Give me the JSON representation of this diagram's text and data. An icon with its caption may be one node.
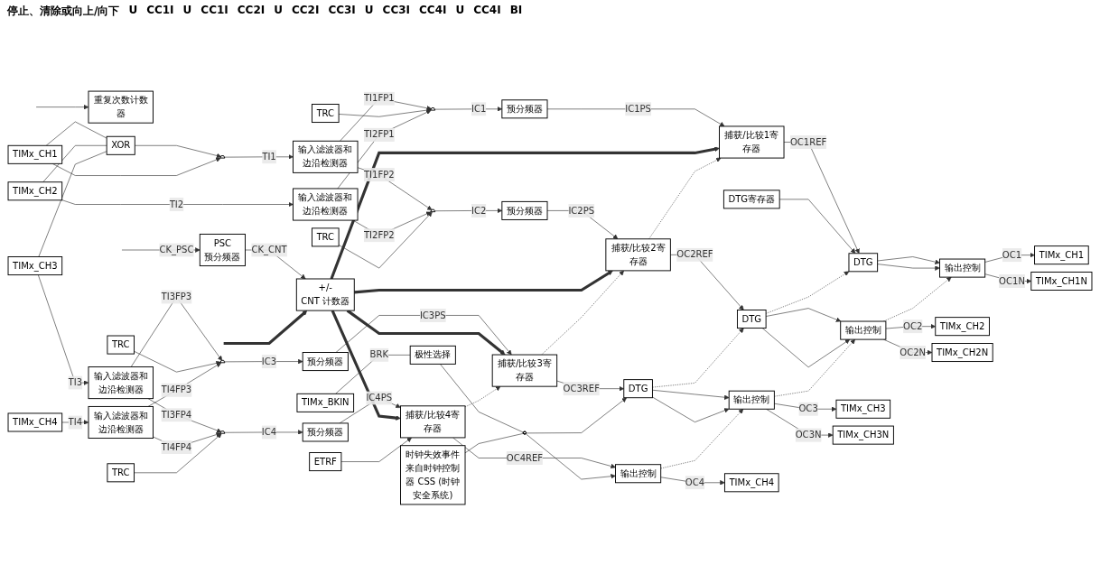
{
  "diagram": {
    "nodes": [
      {
        "text": [
          "TIMx_CH1"
        ]
      },
      {
        "text": [
          "TIMx_CH2"
        ]
      },
      {
        "text": [
          "TIMx_CH3"
        ]
      },
      {
        "text": [
          "TIMx_CH4"
        ]
      },
      {
        "text": [
          "TIMx_BKIN"
        ]
      },
      {
        "text": [
          "XOR"
        ]
      },
      {
        "text": [],
        "shape": "trapezoid"
      },
      {
        "text": [
          "输入滤波器和边沿检测器"
        ]
      },
      {
        "text": [
          "输入滤波器和边沿检测器"
        ]
      },
      {
        "text": [
          "输入滤波器和边沿检测器"
        ]
      },
      {
        "text": [
          "输入滤波器和边沿检测器"
        ]
      },
      {
        "text": [],
        "shape": "trapezoid"
      },
      {
        "text": [],
        "shape": "trapezoid"
      },
      {
        "text": [],
        "shape": "trapezoid"
      },
      {
        "text": [],
        "shape": "trapezoid"
      },
      {
        "text": [
          "TRC"
        ]
      },
      {
        "text": [
          "TRC"
        ]
      },
      {
        "text": [
          "TRC"
        ]
      },
      {
        "text": [
          "TRC"
        ]
      },
      {
        "text": [
          "预分频器"
        ]
      },
      {
        "text": [
          "预分频器"
        ]
      },
      {
        "text": [
          "预分频器"
        ]
      },
      {
        "text": [
          "预分频器"
        ]
      },
      {
        "text": [
          "PSC",
          "预分频器"
        ]
      },
      {
        "text": [
          "+/-",
          "CNT 计数器"
        ]
      },
      {
        "text": [
          "重复次数计数器"
        ]
      },
      {
        "text": [
          "捕获/比较1寄存器"
        ]
      },
      {
        "text": [
          "捕获/比较2寄存器"
        ]
      },
      {
        "text": [
          "捕获/比较3寄存器"
        ]
      },
      {
        "text": [
          "捕获/比较4寄存器"
        ]
      },
      {
        "text": [
          "DTG寄存器"
        ]
      },
      {
        "text": [
          "DTG"
        ]
      },
      {
        "text": [
          "DTG"
        ]
      },
      {
        "text": [
          "DTG"
        ]
      },
      {
        "text": [
          "输出控制"
        ]
      },
      {
        "text": [
          "输出控制"
        ]
      },
      {
        "text": [
          "输出控制"
        ]
      },
      {
        "text": [
          "输出控制"
        ]
      },
      {
        "text": [
          "TIMx_CH1"
        ]
      },
      {
        "text": [
          "TIMx_CH1N"
        ]
      },
      {
        "text": [
          "TIMx_CH2"
        ]
      },
      {
        "text": [
          "TIMx_CH2N"
        ]
      },
      {
        "text": [
          "TIMx_CH3"
        ]
      },
      {
        "text": [
          "TIMx_CH3N"
        ]
      },
      {
        "text": [
          "TIMx_CH4"
        ]
      },
      {
        "text": [
          "极性选择"
        ]
      },
      {
        "text": [],
        "shape": "gate"
      },
      {
        "text": [
          "ETRF"
        ]
      },
      {
        "text": [
          "时钟失效事件来自时钟控制器 CSS (时钟安全系统)"
        ]
      }
    ],
    "edges": [
      {
        "from": 0,
        "to": 5,
        "arrow": "none"
      },
      {
        "from": 1,
        "to": 5,
        "arrow": "none"
      },
      {
        "from": 2,
        "to": 5,
        "arrow": "none"
      },
      {
        "from": 5,
        "to": 6,
        "arrow": "to"
      },
      {
        "from": 0,
        "to": 6,
        "arrow": "to"
      },
      {
        "from": 6,
        "to": 7,
        "label": "TI1",
        "arrow": "to"
      },
      {
        "from": 1,
        "to": 8,
        "label": "TI2",
        "arrow": "to"
      },
      {
        "from": 2,
        "to": 9,
        "label": "TI3",
        "arrow": "to"
      },
      {
        "from": 3,
        "to": 10,
        "label": "TI4",
        "arrow": "to"
      },
      {
        "from": 7,
        "to": 11,
        "label": "TI1FP1",
        "arrow": "to"
      },
      {
        "from": 7,
        "to": 12,
        "label": "TI1FP2",
        "arrow": "to"
      },
      {
        "from": 15,
        "to": 11,
        "arrow": "to"
      },
      {
        "from": 8,
        "to": 11,
        "label": "TI2FP1",
        "arrow": "to"
      },
      {
        "from": 8,
        "to": 12,
        "label": "TI2FP2",
        "arrow": "to"
      },
      {
        "from": 16,
        "to": 12,
        "arrow": "to"
      },
      {
        "from": 9,
        "to": 13,
        "label": "TI3FP3",
        "arrow": "to"
      },
      {
        "from": 9,
        "to": 14,
        "label": "TI3FP4",
        "arrow": "to"
      },
      {
        "from": 17,
        "to": 13,
        "arrow": "to"
      },
      {
        "from": 10,
        "to": 13,
        "label": "TI4FP3",
        "arrow": "to"
      },
      {
        "from": 10,
        "to": 14,
        "label": "TI4FP4",
        "arrow": "to"
      },
      {
        "from": 18,
        "to": 14,
        "arrow": "to"
      },
      {
        "from": 11,
        "to": 19,
        "label": "IC1",
        "arrow": "to"
      },
      {
        "from": 12,
        "to": 20,
        "label": "IC2",
        "arrow": "to"
      },
      {
        "from": 13,
        "to": 21,
        "label": "IC3",
        "arrow": "to"
      },
      {
        "from": 14,
        "to": 22,
        "label": "IC4",
        "arrow": "to"
      },
      {
        "from": 19,
        "to": 26,
        "label": "IC1PS",
        "arrow": "to"
      },
      {
        "from": 20,
        "to": 27,
        "label": "IC2PS",
        "arrow": "to"
      },
      {
        "from": 21,
        "to": 28,
        "label": "IC3PS",
        "arrow": "to"
      },
      {
        "from": 22,
        "to": 29,
        "label": "IC4PS",
        "arrow": "to"
      },
      {
        "from": null,
        "to": 23,
        "label": "CK_PSC",
        "arrow": "to"
      },
      {
        "from": 23,
        "to": 24,
        "label": "CK_CNT",
        "arrow": "to"
      },
      {
        "from": null,
        "to": 24,
        "arrow": "to",
        "style": "thick"
      },
      {
        "from": null,
        "to": 25,
        "arrow": "to"
      },
      {
        "from": 24,
        "to": 26,
        "arrow": "to",
        "style": "thick"
      },
      {
        "from": 24,
        "to": 27,
        "arrow": "to",
        "style": "thick"
      },
      {
        "from": 24,
        "to": 28,
        "arrow": "to",
        "style": "thick"
      },
      {
        "from": 24,
        "to": 29,
        "arrow": "to",
        "style": "thick"
      },
      {
        "from": 27,
        "to": 26,
        "arrow": "to",
        "style": "dashed"
      },
      {
        "from": 28,
        "to": 27,
        "arrow": "to",
        "style": "dashed"
      },
      {
        "from": 29,
        "to": 28,
        "arrow": "to",
        "style": "dashed"
      },
      {
        "from": 47,
        "to": 29,
        "arrow": "to"
      },
      {
        "from": 26,
        "to": 31,
        "label": "OC1REF",
        "arrow": "to"
      },
      {
        "from": 27,
        "to": 32,
        "label": "OC2REF",
        "arrow": "to"
      },
      {
        "from": 28,
        "to": 33,
        "label": "OC3REF",
        "arrow": "to"
      },
      {
        "from": 29,
        "to": 37,
        "label": "OC4REF",
        "arrow": "to"
      },
      {
        "from": 30,
        "to": 31,
        "arrow": "to"
      },
      {
        "from": 32,
        "to": 31,
        "arrow": "to",
        "style": "dashed"
      },
      {
        "from": 33,
        "to": 32,
        "arrow": "to",
        "style": "dashed"
      },
      {
        "from": 31,
        "to": 34,
        "arrow": "to"
      },
      {
        "from": 31,
        "to": 34,
        "arrow": "to"
      },
      {
        "from": 32,
        "to": 35,
        "arrow": "to"
      },
      {
        "from": 32,
        "to": 35,
        "arrow": "to"
      },
      {
        "from": 33,
        "to": 36,
        "arrow": "to"
      },
      {
        "from": 33,
        "to": 36,
        "arrow": "to"
      },
      {
        "from": 35,
        "to": 34,
        "arrow": "to",
        "style": "dashed"
      },
      {
        "from": 36,
        "to": 35,
        "arrow": "to",
        "style": "dashed"
      },
      {
        "from": 37,
        "to": 36,
        "arrow": "to",
        "style": "dashed"
      },
      {
        "from": 34,
        "to": 38,
        "label": "OC1",
        "arrow": "to"
      },
      {
        "from": 34,
        "to": 39,
        "label": "OC1N",
        "arrow": "to"
      },
      {
        "from": 35,
        "to": 40,
        "label": "OC2",
        "arrow": "to"
      },
      {
        "from": 35,
        "to": 41,
        "label": "OC2N",
        "arrow": "to"
      },
      {
        "from": 36,
        "to": 42,
        "label": "OC3",
        "arrow": "to"
      },
      {
        "from": 36,
        "to": 43,
        "label": "OC3N",
        "arrow": "to"
      },
      {
        "from": 37,
        "to": 44,
        "label": "OC4",
        "arrow": "to"
      },
      {
        "from": 4,
        "to": 45,
        "label": "BRK",
        "arrow": "none"
      },
      {
        "from": 45,
        "to": 46,
        "arrow": "none"
      },
      {
        "from": 48,
        "to": 46,
        "arrow": "none"
      },
      {
        "from": 46,
        "to": 33,
        "arrow": "to"
      },
      {
        "from": 46,
        "to": 37,
        "arrow": "to"
      }
    ],
    "labels": [
      "停止、清除或向上/向下",
      "U",
      "CC1I",
      "U",
      "CC1I",
      "CC2I",
      "U",
      "CC2I",
      "CC3I",
      "U",
      "CC3I",
      "CC4I",
      "U",
      "CC4I",
      "BI"
    ]
  }
}
